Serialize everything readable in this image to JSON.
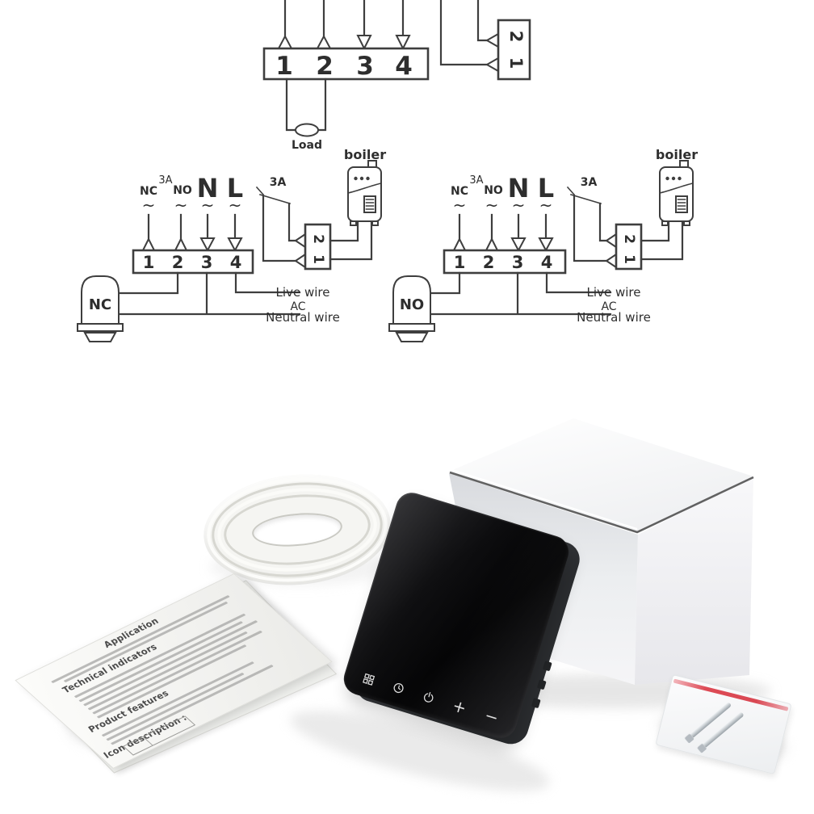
{
  "diagrams": {
    "stroke_color": "#3e3e3e",
    "top": {
      "terminals": [
        "1",
        "2",
        "3",
        "4"
      ],
      "receiver_labels": [
        "1",
        "2"
      ],
      "load_label": "Load"
    },
    "left": {
      "input_labels": {
        "nc": "NC",
        "fuse": "3A",
        "no": "NO",
        "neutral": "N",
        "live": "L"
      },
      "tilde": "~",
      "terminals": [
        "1",
        "2",
        "3",
        "4"
      ],
      "switch_label": "3A",
      "receiver_labels": [
        "1",
        "2"
      ],
      "boiler_label": "boiler",
      "valve_label": "NC",
      "live_wire_label": "Live wire",
      "ac_label": "AC",
      "neutral_wire_label": "Neutral wire"
    },
    "right": {
      "input_labels": {
        "nc": "NC",
        "fuse": "3A",
        "no": "NO",
        "neutral": "N",
        "live": "L"
      },
      "tilde": "~",
      "terminals": [
        "1",
        "2",
        "3",
        "4"
      ],
      "switch_label": "3A",
      "receiver_labels": [
        "1",
        "2"
      ],
      "boiler_label": "boiler",
      "valve_label": "NO",
      "live_wire_label": "Live wire",
      "ac_label": "AC",
      "neutral_wire_label": "Neutral wire"
    }
  },
  "photo": {
    "manual": {
      "headings": [
        "Application",
        "Technical indicators",
        "Product features",
        "Icon description :"
      ]
    },
    "thermostat": {
      "color": "#0a0a0c",
      "icons": [
        {
          "name": "mode-grid-icon",
          "glyph": ""
        },
        {
          "name": "clock-icon",
          "glyph": ""
        },
        {
          "name": "power-icon",
          "glyph": ""
        },
        {
          "name": "plus-icon",
          "glyph": "+"
        },
        {
          "name": "minus-icon",
          "glyph": "−"
        }
      ]
    },
    "bag_stripe_color": "#d94853"
  }
}
